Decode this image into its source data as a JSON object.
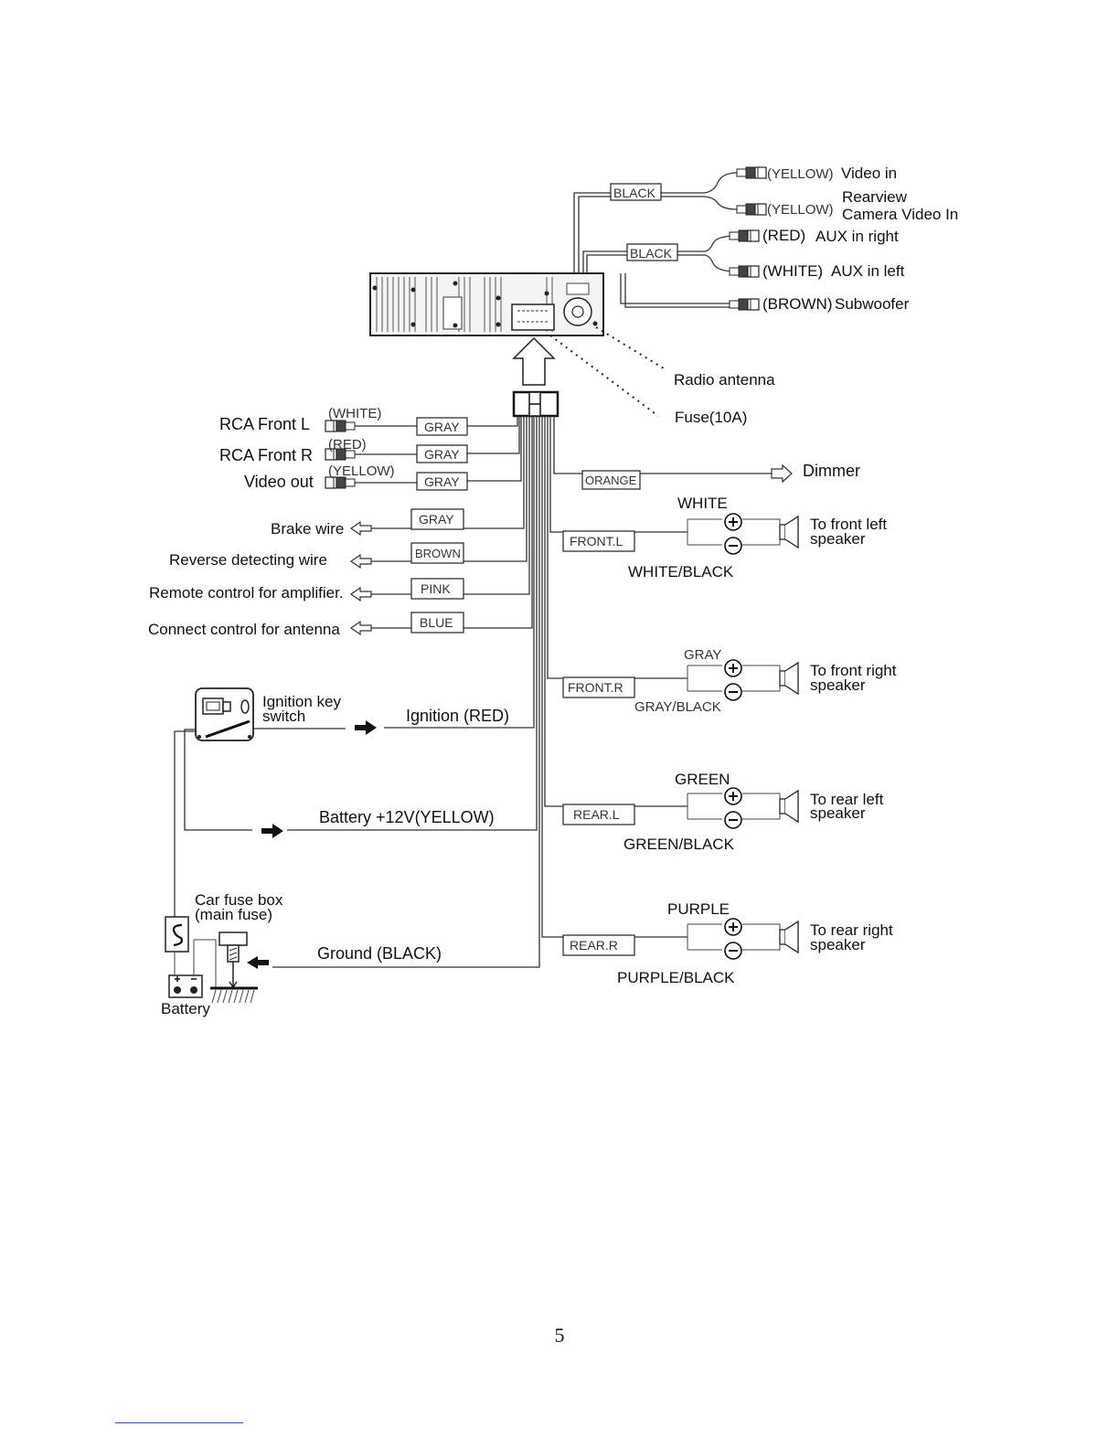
{
  "top_connectors": {
    "video_group_wire": "BLACK",
    "aux_group_wire": "BLACK",
    "video_in_color": "(YELLOW)",
    "video_in_label": "Video in",
    "camera_color": "(YELLOW)",
    "camera_label_1": "Rearview",
    "camera_label_2": "Camera Video In",
    "aux_right_color": "(RED)",
    "aux_right_label": "AUX in right",
    "aux_left_color": "(WHITE)",
    "aux_left_label": "AUX in left",
    "sub_color": "(BROWN)",
    "sub_label": "Subwoofer"
  },
  "radio_antenna": "Radio antenna",
  "fuse": "Fuse(10A)",
  "rca": [
    {
      "label": "RCA Front  L",
      "color": "(WHITE)",
      "wire": "GRAY"
    },
    {
      "label": "RCA Front  R",
      "color": "(RED)",
      "wire": "GRAY"
    },
    {
      "label": "Video out",
      "color": "(YELLOW)",
      "wire": "GRAY"
    }
  ],
  "left_wires": [
    {
      "label": "Brake wire",
      "wire": "GRAY"
    },
    {
      "label": "Reverse detecting wire",
      "wire": "BROWN"
    },
    {
      "label": "Remote control for amplifier.",
      "wire": "PINK"
    },
    {
      "label": "Connect control for antenna",
      "wire": "BLUE"
    }
  ],
  "dimmer": {
    "wire": "ORANGE",
    "label": "Dimmer"
  },
  "speakers": [
    {
      "box": "FRONT.L",
      "pos": "WHITE",
      "neg": "WHITE/BLACK",
      "dest_1": "To front left",
      "dest_2": "speaker"
    },
    {
      "box": "FRONT.R",
      "pos": "GRAY",
      "neg": "GRAY/BLACK",
      "dest_1": "To front right",
      "dest_2": "speaker"
    },
    {
      "box": "REAR.L",
      "pos": "GREEN",
      "neg": "GREEN/BLACK",
      "dest_1": "To rear left",
      "dest_2": "speaker"
    },
    {
      "box": "REAR.R",
      "pos": "PURPLE",
      "neg": "PURPLE/BLACK",
      "dest_1": "To rear right",
      "dest_2": "speaker"
    }
  ],
  "power": {
    "ignition_switch_1": "Ignition key",
    "ignition_switch_2": "switch",
    "ignition": "Ignition (RED)",
    "battery_wire": "Battery +12V(YELLOW)",
    "fuse_box_1": "Car fuse box",
    "fuse_box_2": "(main fuse)",
    "ground": "Ground (BLACK)",
    "battery": "Battery"
  },
  "page_number": "5"
}
